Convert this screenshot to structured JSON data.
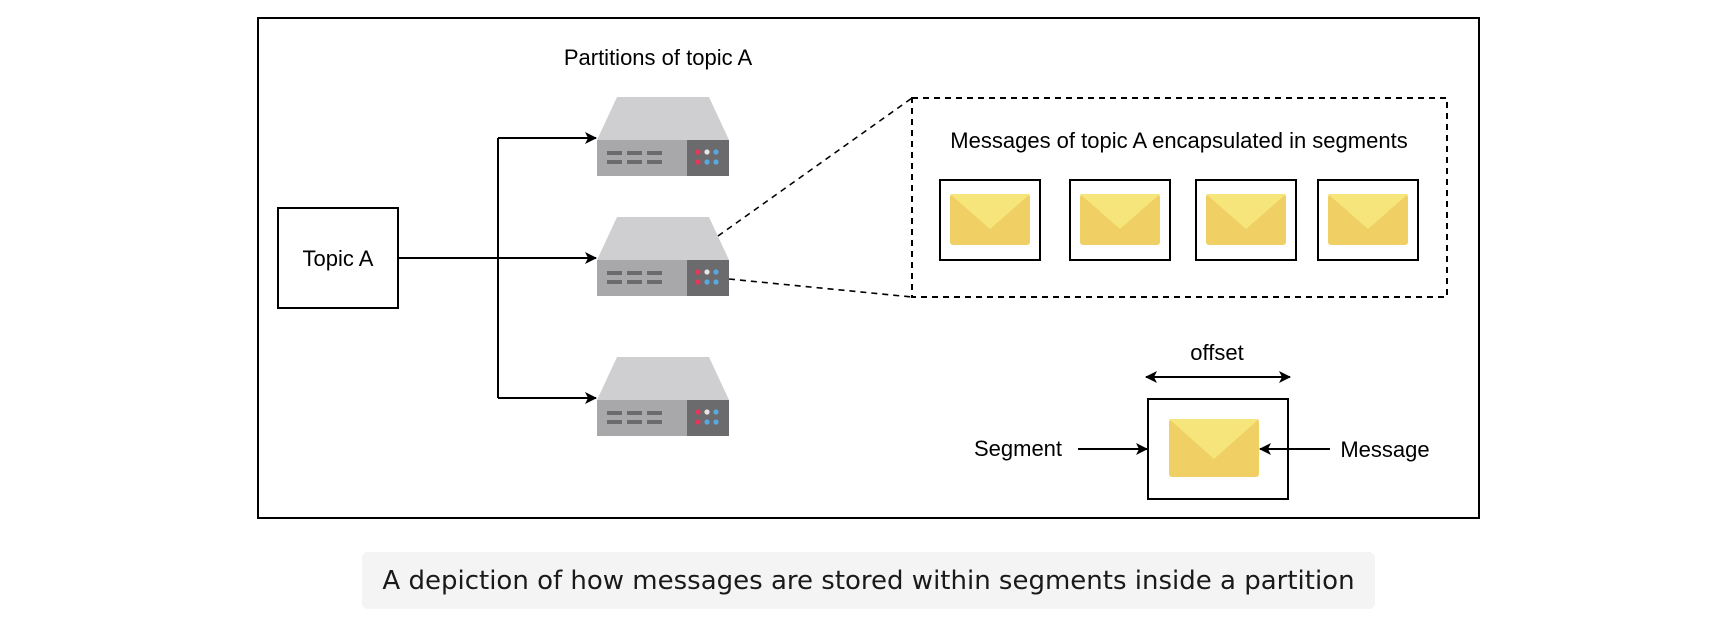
{
  "diagram": {
    "topic_label": "Topic A",
    "partitions_title": "Partitions of topic A",
    "segments_title": "Messages of topic A encapsulated in segments",
    "legend": {
      "offset_label": "offset",
      "segment_label": "Segment",
      "message_label": "Message"
    }
  },
  "caption": "A depiction of how messages are stored within segments inside a partition",
  "colors": {
    "server_top": "#cfcfd1",
    "server_body": "#a8a8aa",
    "server_panel": "#6b6b6d",
    "envelope_body": "#f0d064",
    "envelope_flap": "#f5e57a",
    "led_red": "#e8355a",
    "led_blue": "#5aa8e0",
    "led_white": "#e6e6e6"
  }
}
